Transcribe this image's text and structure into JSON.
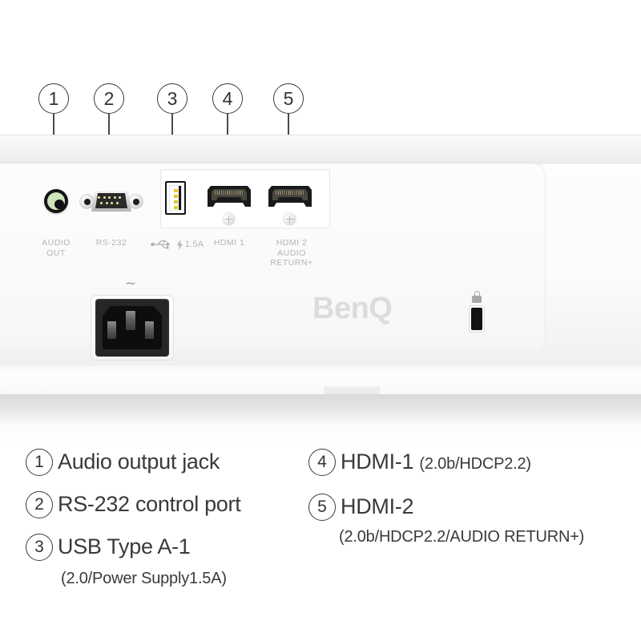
{
  "product": {
    "brand_logo": "BenQ",
    "brand_logo_color": "#dcdcdc"
  },
  "callouts": [
    {
      "number": "1",
      "target": "audio-output-jack"
    },
    {
      "number": "2",
      "target": "rs-232-port"
    },
    {
      "number": "3",
      "target": "usb-type-a-port"
    },
    {
      "number": "4",
      "target": "hdmi-1-port"
    },
    {
      "number": "5",
      "target": "hdmi-2-port"
    }
  ],
  "panel_labels": {
    "audio_out_line1": "AUDIO",
    "audio_out_line2": "OUT",
    "rs232": "RS-232",
    "usb_current": "1.5A",
    "hdmi1": "HDMI 1",
    "hdmi2_line1": "HDMI 2",
    "hdmi2_line2": "AUDIO",
    "hdmi2_line3": "RETURN+",
    "ac_symbol": "∼",
    "label_color": "#b3b3b3"
  },
  "icons": {
    "usb_icon": "usb-icon",
    "lightning_icon": "⚡",
    "lock_icon": "padlock-icon",
    "ac_tilde_icon": "ac-power-icon"
  },
  "legend": {
    "left_column": [
      {
        "number": "1",
        "title": "Audio output jack",
        "sub": "",
        "sub_line": ""
      },
      {
        "number": "2",
        "title": "RS-232 control port",
        "sub": "",
        "sub_line": ""
      },
      {
        "number": "3",
        "title": "USB Type A-1",
        "sub": "",
        "sub_line": "(2.0/Power Supply1.5A)"
      }
    ],
    "right_column": [
      {
        "number": "4",
        "title": "HDMI-1",
        "sub": "(2.0b/HDCP2.2)",
        "sub_line": ""
      },
      {
        "number": "5",
        "title": "HDMI-2",
        "sub": "",
        "sub_line": "(2.0b/HDCP2.2/AUDIO RETURN+)"
      }
    ]
  },
  "colors": {
    "audio_jack_ring": "#cfe3bd",
    "usb_contacts": "#e3c727",
    "text": "#3a3a3a",
    "body": "#fbfbfb"
  }
}
